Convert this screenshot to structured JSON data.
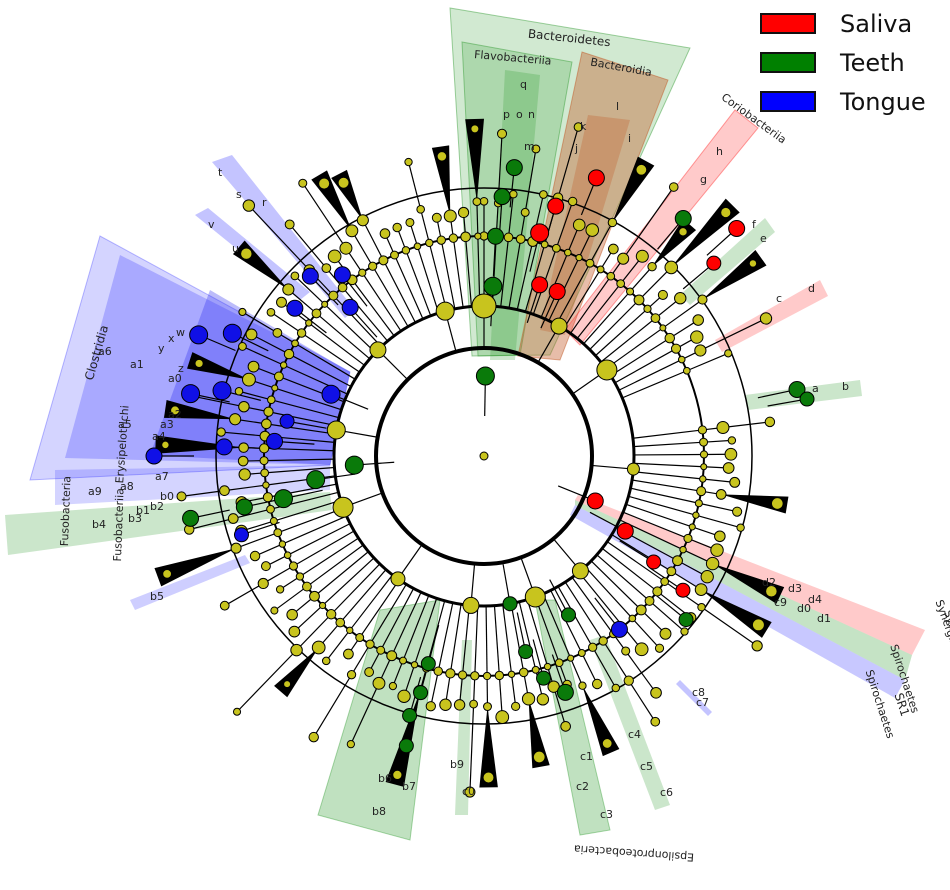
{
  "legend": [
    {
      "label": "Saliva",
      "color": "#ff0000"
    },
    {
      "label": "Teeth",
      "color": "#008000"
    },
    {
      "label": "Tongue",
      "color": "#0000ff"
    }
  ],
  "node_colors": {
    "default": "#c8c41e",
    "saliva": "#ff0000",
    "teeth": "#0a7a0a",
    "tongue": "#1010e6"
  },
  "labels": {
    "bacteroidetes": "Bacteroidetes",
    "flavobacteriia": "Flavobacteriia",
    "bacteroidia": "Bacteroidia",
    "coriobacteriia": "Coriobacteriia",
    "clostridia": "Clostridia",
    "erysipelotrichi": "Erysipelotrichi",
    "fusobacteria": "Fusobacteria",
    "fusobacteriia": "Fusobacteriia",
    "synergistia": "Synergistia",
    "synergistetes": "Synergistetes",
    "spirochaetes": "Spirochaetes",
    "spirochaetes2": "Spirochaetes",
    "sr1": "SR1",
    "epsilonproteobacteria": "Epsilonproteobacteria"
  },
  "codes": {
    "q": "q",
    "p": "p",
    "o": "o",
    "n": "n",
    "m": "m",
    "l": "l",
    "k": "k",
    "j": "j",
    "i": "i",
    "h": "h",
    "g": "g",
    "f": "f",
    "e": "e",
    "d": "d",
    "c": "c",
    "b": "b",
    "a": "a",
    "t": "t",
    "s": "s",
    "r": "r",
    "v": "v",
    "u": "u",
    "a6": "a6",
    "a1": "a1",
    "y": "y",
    "x": "x",
    "w": "w",
    "a0": "a0",
    "z": "z",
    "a4": "a4",
    "a3": "a3",
    "a2": "a2",
    "a5": "a5",
    "a9": "a9",
    "a8": "a8",
    "a7": "a7",
    "b4": "b4",
    "b3": "b3",
    "b1": "b1",
    "b2": "b2",
    "b0": "b0",
    "b5": "b5",
    "b8": "b8",
    "b7": "b7",
    "b6": "b6",
    "b9": "b9",
    "c0": "c0",
    "c1": "c1",
    "c2": "c2",
    "c3": "c3",
    "c4": "c4",
    "c5": "c5",
    "c6": "c6",
    "c7": "c7",
    "c8": "c8",
    "c9": "c9",
    "d0": "d0",
    "d1": "d1",
    "d2": "d2",
    "d3": "d3",
    "d4": "d4"
  }
}
